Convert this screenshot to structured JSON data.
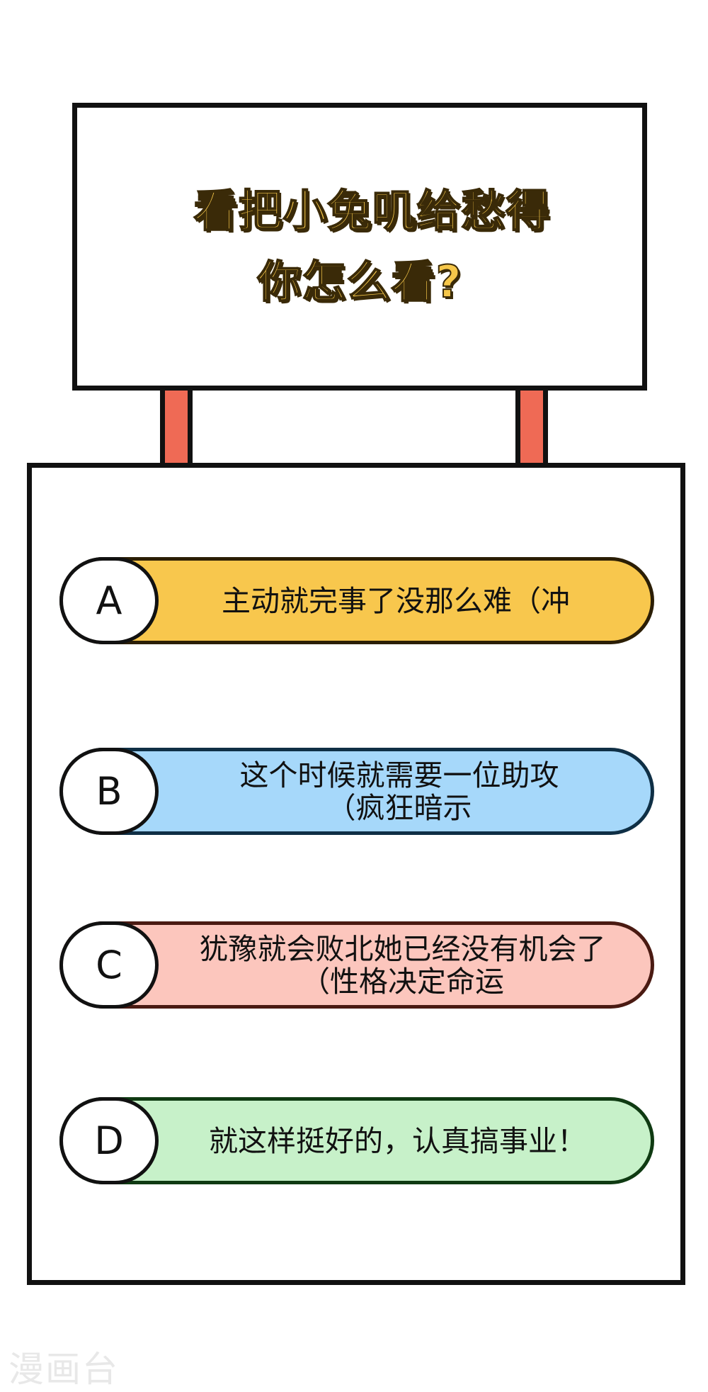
{
  "sign": {
    "title_line1": "看把小兔叽给愁得",
    "title_line2": "你怎么看?"
  },
  "options": [
    {
      "letter": "A",
      "lines": [
        "主动就完事了没那么难（冲"
      ],
      "color": "#f8c74d"
    },
    {
      "letter": "B",
      "lines": [
        "这个时候就需要一位助攻",
        "（疯狂暗示"
      ],
      "color": "#a6d8fa"
    },
    {
      "letter": "C",
      "lines": [
        "犹豫就会败北她已经没有机会了",
        "（性格决定命运"
      ],
      "color": "#fcc6bd"
    },
    {
      "letter": "D",
      "lines": [
        "就这样挺好的，认真搞事业！"
      ],
      "color": "#c7f1c9"
    }
  ],
  "watermark": "漫画台",
  "colors": {
    "title_fill": "#f6c74a",
    "post": "#ef6a55",
    "outline": "#111111"
  }
}
